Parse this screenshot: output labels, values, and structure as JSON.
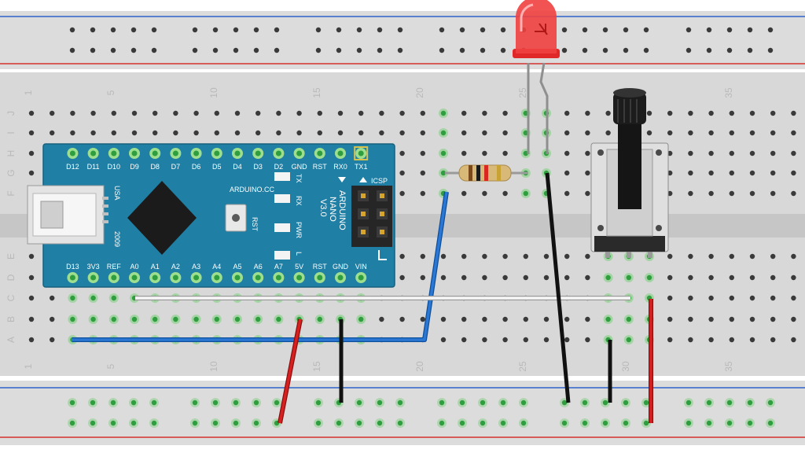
{
  "breadboard": {
    "column_numbers": [
      "1",
      "5",
      "10",
      "15",
      "20",
      "25",
      "30",
      "35"
    ],
    "row_letters_top": [
      "J",
      "I",
      "H",
      "G",
      "F"
    ],
    "row_letters_bottom": [
      "E",
      "D",
      "C",
      "B",
      "A"
    ]
  },
  "arduino": {
    "top_pins": [
      "D12",
      "D11",
      "D10",
      "D9",
      "D8",
      "D7",
      "D6",
      "D5",
      "D4",
      "D3",
      "D2",
      "GND",
      "RST",
      "RX0",
      "TX1"
    ],
    "bottom_pins": [
      "D13",
      "3V3",
      "REF",
      "A0",
      "A1",
      "A2",
      "A3",
      "A4",
      "A5",
      "A6",
      "A7",
      "5V",
      "RST",
      "GND",
      "VIN"
    ],
    "brand": "ARDUINO.CC",
    "model_line1": "ARDUINO",
    "model_line2": "NANO",
    "model_line3": "V3.0",
    "usa_label": "USA",
    "year_label": "2009",
    "icsp_label": "ICSP",
    "rst_label": "RST",
    "led_labels": [
      "TX",
      "RX",
      "PWR",
      "L"
    ]
  },
  "colors": {
    "board_blue": "#1f7fa5",
    "wire_blue": "#1565c0",
    "wire_red": "#cc1f1f",
    "wire_black": "#111111",
    "wire_white": "#f2f2f2",
    "led_red": "#ee2d2d",
    "rail_red": "#d3322f",
    "rail_blue": "#2e63c9",
    "hole_green": "#3bb14a"
  }
}
